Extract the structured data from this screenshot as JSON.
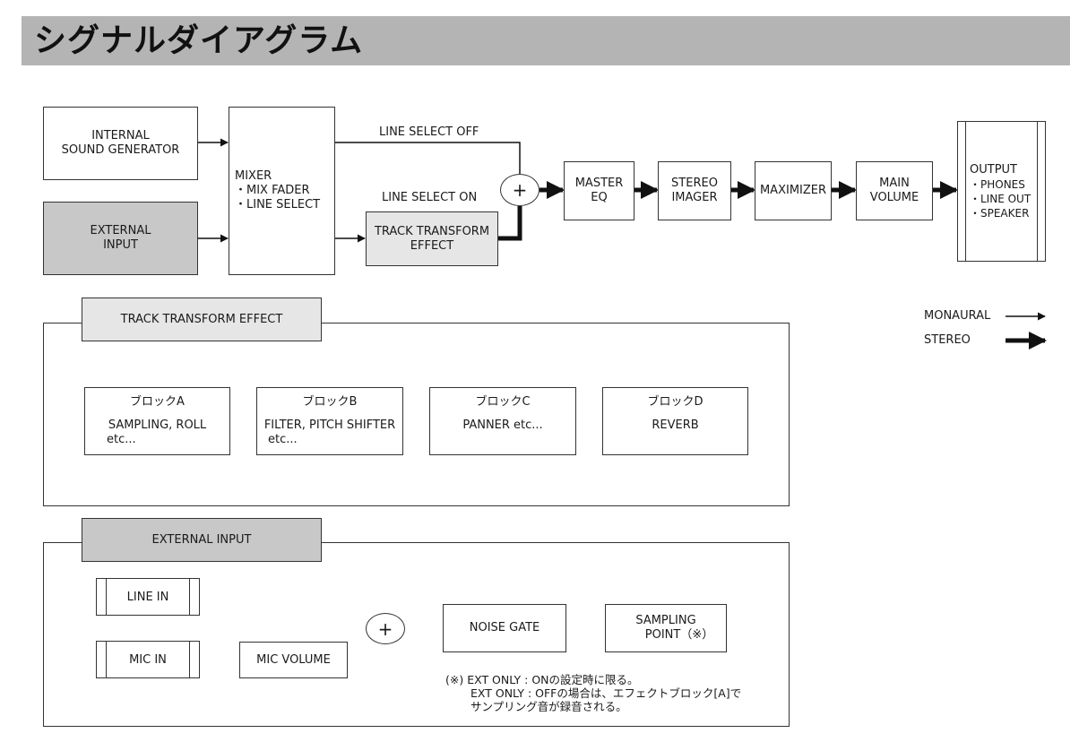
{
  "title": "シグナルダイアグラム",
  "main_flow": {
    "internal_sound_generator": [
      "INTERNAL",
      "SOUND GENERATOR"
    ],
    "external_input": [
      "EXTERNAL",
      "INPUT"
    ],
    "mixer": [
      "MIXER",
      "・MIX FADER",
      "・LINE SELECT"
    ],
    "line_select_off": "LINE SELECT OFF",
    "line_select_on": "LINE SELECT ON",
    "track_transform_effect": [
      "TRACK TRANSFORM",
      "EFFECT"
    ],
    "sum": "+",
    "master_eq": [
      "MASTER",
      "EQ"
    ],
    "stereo_imager": [
      "STEREO",
      "IMAGER"
    ],
    "maximizer": "MAXIMIZER",
    "main_volume": [
      "MAIN",
      "VOLUME"
    ],
    "output": [
      "OUTPUT",
      "・PHONES",
      "・LINE OUT",
      "・SPEAKER"
    ]
  },
  "legend": {
    "monaural": "MONAURAL",
    "stereo": "STEREO"
  },
  "track_transform_panel": {
    "tab": "TRACK TRANSFORM EFFECT",
    "blocks": [
      {
        "title": "ブロックA",
        "body": [
          "SAMPLING, ROLL",
          "etc..."
        ]
      },
      {
        "title": "ブロックB",
        "body": [
          "FILTER, PITCH SHIFTER",
          "etc..."
        ]
      },
      {
        "title": "ブロックC",
        "body": [
          "PANNER etc..."
        ]
      },
      {
        "title": "ブロックD",
        "body": [
          "REVERB"
        ]
      }
    ]
  },
  "external_input_panel": {
    "tab": "EXTERNAL INPUT",
    "line_in": "LINE IN",
    "mic_in": "MIC IN",
    "mic_volume": "MIC VOLUME",
    "sum": "+",
    "noise_gate": "NOISE GATE",
    "sampling_point": [
      "SAMPLING",
      "POINT（※）"
    ],
    "note": [
      "(※) EXT ONLY : ONの設定時に限る。",
      "EXT ONLY : OFFの場合は、エフェクトブロック[A]で",
      "サンプリング音が録音される。"
    ]
  }
}
